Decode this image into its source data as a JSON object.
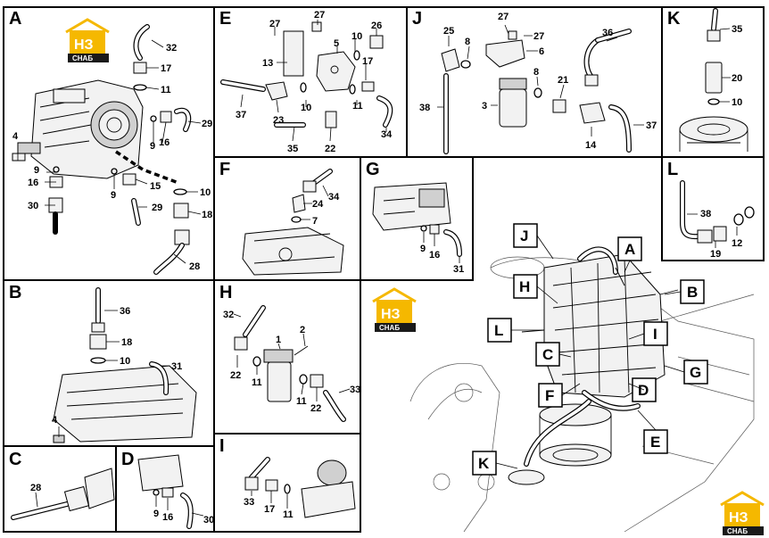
{
  "logo": {
    "mark": "НЗ",
    "word": "СНАБ"
  },
  "panels": {
    "A": {
      "letter": "A",
      "labels": [
        "32",
        "17",
        "11",
        "29",
        "9",
        "16",
        "4",
        "9",
        "16",
        "9",
        "15",
        "30",
        "29",
        "10",
        "18",
        "28"
      ]
    },
    "B": {
      "letter": "B",
      "labels": [
        "36",
        "18",
        "10",
        "31",
        "4"
      ]
    },
    "C": {
      "letter": "C",
      "labels": [
        "28"
      ]
    },
    "D": {
      "letter": "D",
      "labels": [
        "9",
        "16",
        "30"
      ]
    },
    "E": {
      "letter": "E",
      "labels": [
        "27",
        "27",
        "26",
        "5",
        "10",
        "13",
        "17",
        "37",
        "23",
        "10",
        "11",
        "34",
        "35",
        "22"
      ]
    },
    "F": {
      "letter": "F",
      "labels": [
        "34",
        "24",
        "7"
      ]
    },
    "G": {
      "letter": "G",
      "labels": [
        "9",
        "16",
        "31"
      ]
    },
    "H": {
      "letter": "H",
      "labels": [
        "32",
        "1",
        "2",
        "22",
        "11",
        "11",
        "22",
        "33"
      ]
    },
    "I": {
      "letter": "I",
      "labels": [
        "33",
        "17",
        "11"
      ]
    },
    "J": {
      "letter": "J",
      "labels": [
        "27",
        "25",
        "8",
        "27",
        "6",
        "36",
        "8",
        "21",
        "38",
        "3",
        "37",
        "14"
      ]
    },
    "K": {
      "letter": "K",
      "labels": [
        "35",
        "20",
        "10"
      ]
    },
    "L": {
      "letter": "L",
      "labels": [
        "38",
        "19",
        "12"
      ]
    }
  },
  "overview_labels": [
    "J",
    "A",
    "H",
    "B",
    "L",
    "I",
    "C",
    "G",
    "F",
    "D",
    "E",
    "K"
  ]
}
